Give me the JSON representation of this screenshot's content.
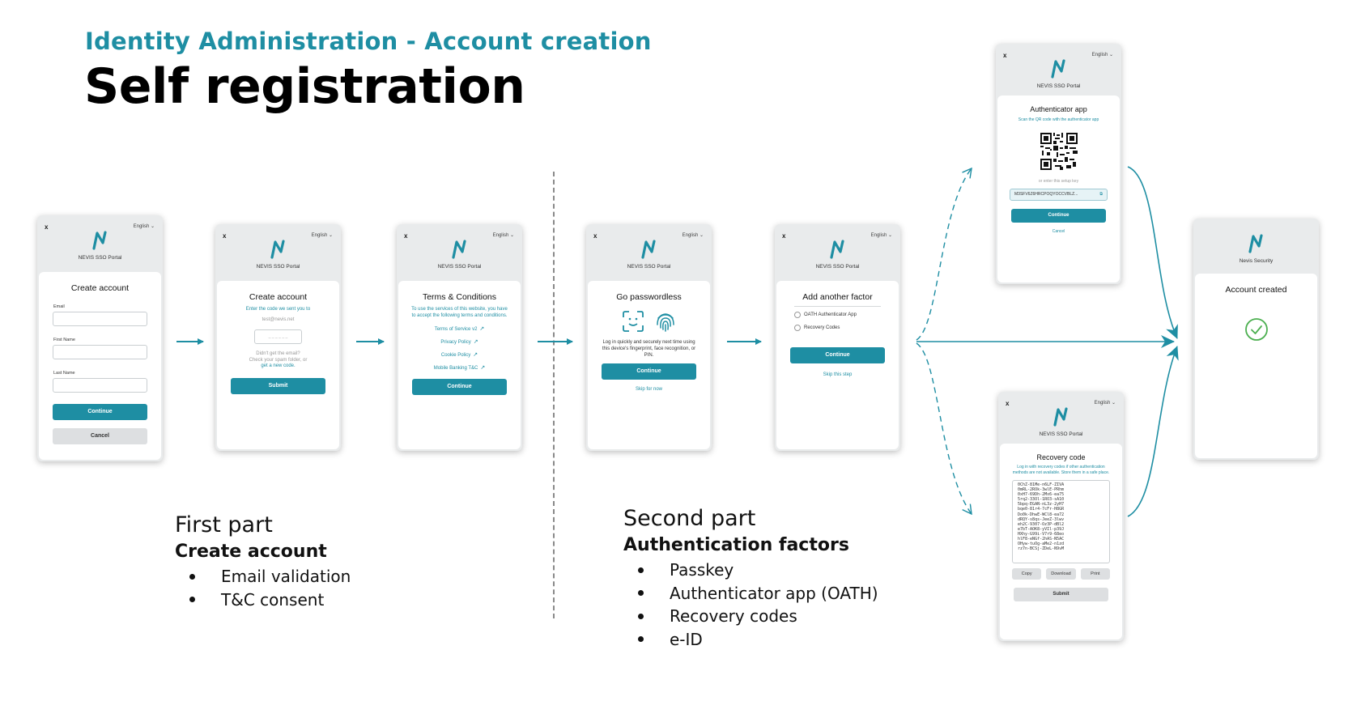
{
  "header": {
    "subtitle": "Identity Administration - Account creation",
    "title": "Self registration"
  },
  "colors": {
    "accent": "#1e8ea3",
    "success": "#4caf50"
  },
  "common": {
    "close": "x",
    "language": "English",
    "portal": "NEVIS SSO Portal",
    "portal_alt": "Nevis Security"
  },
  "screens": {
    "create_account": {
      "title": "Create account",
      "email_label": "Email",
      "first_name_label": "First Name",
      "last_name_label": "Last Name",
      "continue": "Continue",
      "cancel": "Cancel"
    },
    "verify_email": {
      "title": "Create account",
      "instruction": "Enter the code we sent you to",
      "email": "test@nevis.net",
      "code_placeholder": "_ _ _ _ _ _",
      "help_1": "Didn't get the email?",
      "help_2": "Check your spam folder, or",
      "help_link": "get a new code.",
      "submit": "Submit"
    },
    "terms": {
      "title": "Terms & Conditions",
      "intro": "To use the services of this website, you have to accept the following terms and conditions.",
      "links": [
        "Terms of Service v2",
        "Privacy Policy",
        "Cookie Policy",
        "Mobile Banking T&C"
      ],
      "continue": "Continue"
    },
    "passwordless": {
      "title": "Go passwordless",
      "text": "Log in quickly and securely next time using this device's fingerprint, face recognition, or PIN.",
      "continue": "Continue",
      "skip": "Skip for now"
    },
    "another_factor": {
      "title": "Add another factor",
      "options": [
        "OATH Authenticator App",
        "Recovery Codes"
      ],
      "continue": "Continue",
      "skip": "Skip this step"
    },
    "authenticator": {
      "title": "Authenticator app",
      "instruction": "Scan the QR code with the authenticator app",
      "alt_text": "or enter this setup key",
      "setup_key": "M3SFV6Z6HRCPOQYOCCVBLZ...",
      "continue": "Continue",
      "cancel": "Cancel"
    },
    "recovery": {
      "title": "Recovery code",
      "instruction": "Log in with recovery codes if other authentication methods are not available. Store them in a safe place.",
      "codes": [
        "0ChZ-81Me-n6LF-ZIVA",
        "0mRL-2ROk-3wlE-PRhm",
        "0xH7-69Dh-2Mx6-ea75",
        "5rq2-33Ol-1RO3-sA10",
        "5bpq-EGAN-nL3z-2yH7",
        "bqe0-81r4-7cFr-H8GR",
        "Do0k-DhwE-WCl8-ea72",
        "dRQY-s8qs-JeeZ-3lwv",
        "eh2C-9307-Oz3P-dBl2",
        "e7bT-AOK8-yVIl-p39J",
        "HXhy-G99i-V7r9-68eo",
        "hlF8-eNGf-2hAS-N5AC",
        "OHyw-tuOg-aMe2-n1zd",
        "rz7n-BCSj-ZDeL-N9vM"
      ],
      "copy": "Copy",
      "download": "Download",
      "print": "Print",
      "submit": "Submit"
    },
    "created": {
      "title": "Account created"
    }
  },
  "first_part": {
    "heading": "First part",
    "subheading": "Create account",
    "bullets": [
      "Email validation",
      "T&C consent"
    ]
  },
  "second_part": {
    "heading": "Second part",
    "subheading": "Authentication factors",
    "bullets": [
      "Passkey",
      "Authenticator app (OATH)",
      "Recovery codes",
      "e-ID"
    ]
  }
}
